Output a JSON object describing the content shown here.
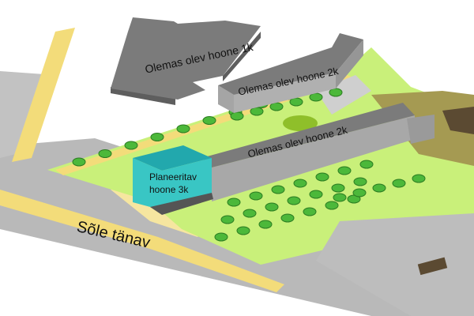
{
  "labels": {
    "building_1k": "Olemas olev hoone 1k",
    "building_2k_north": "Olemas olev hoone 2k",
    "building_2k_south": "Olemas olev hoone 2k",
    "planned_building_line1": "Planeeritav",
    "planned_building_line2": "hoone 3k",
    "street": "Sõle tänav"
  },
  "colors": {
    "road": "#b4b4b4",
    "lawn": "#c9f07a",
    "path": "#f3dc7a",
    "tree": "#4cb83a",
    "existing_building_top": "#7a7a7a",
    "existing_building_side": "#a2a2a2",
    "planned_building": "#2fbfbf"
  }
}
